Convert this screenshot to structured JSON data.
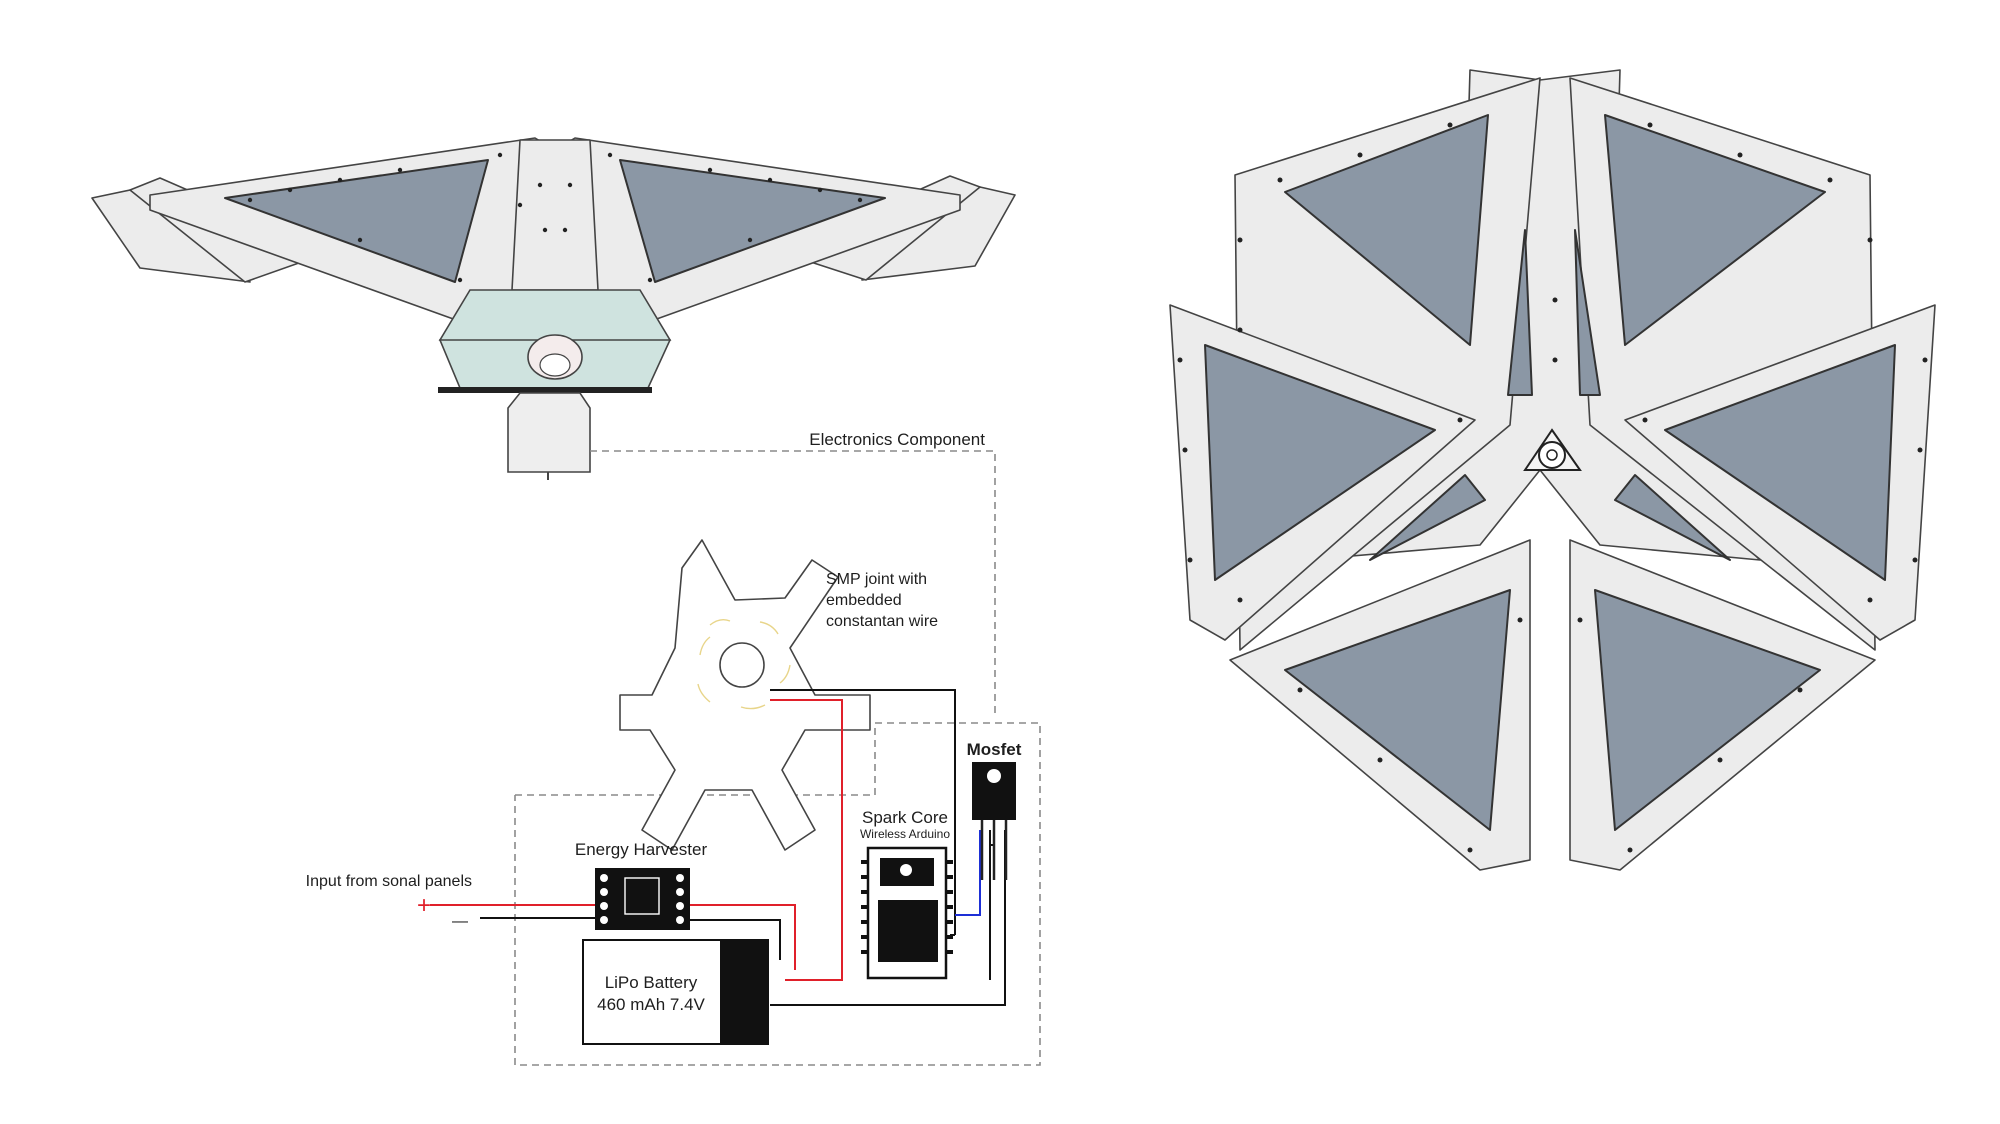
{
  "labels": {
    "electronics_component": "Electronics Component",
    "smp_line1": "SMP joint with",
    "smp_line2": "embedded",
    "smp_line3": "constantan wire",
    "mosfet": "Mosfet",
    "spark_core": "Spark Core",
    "spark_core_sub": "Wireless Arduino",
    "energy_harvester": "Energy Harvester",
    "input_label": "Input from sonal panels",
    "plus_sign": "+",
    "minus_sign": "—",
    "battery_line1": "LiPo Battery",
    "battery_line2": "460 mAh 7.4V"
  },
  "colors": {
    "wire_positive": "#e0202a",
    "wire_ground": "#111111",
    "wire_signal": "#1d2fd6",
    "panel_glass": "#8b97a5",
    "panel_frame": "#ececec",
    "hub_tint": "#cfe3df"
  }
}
